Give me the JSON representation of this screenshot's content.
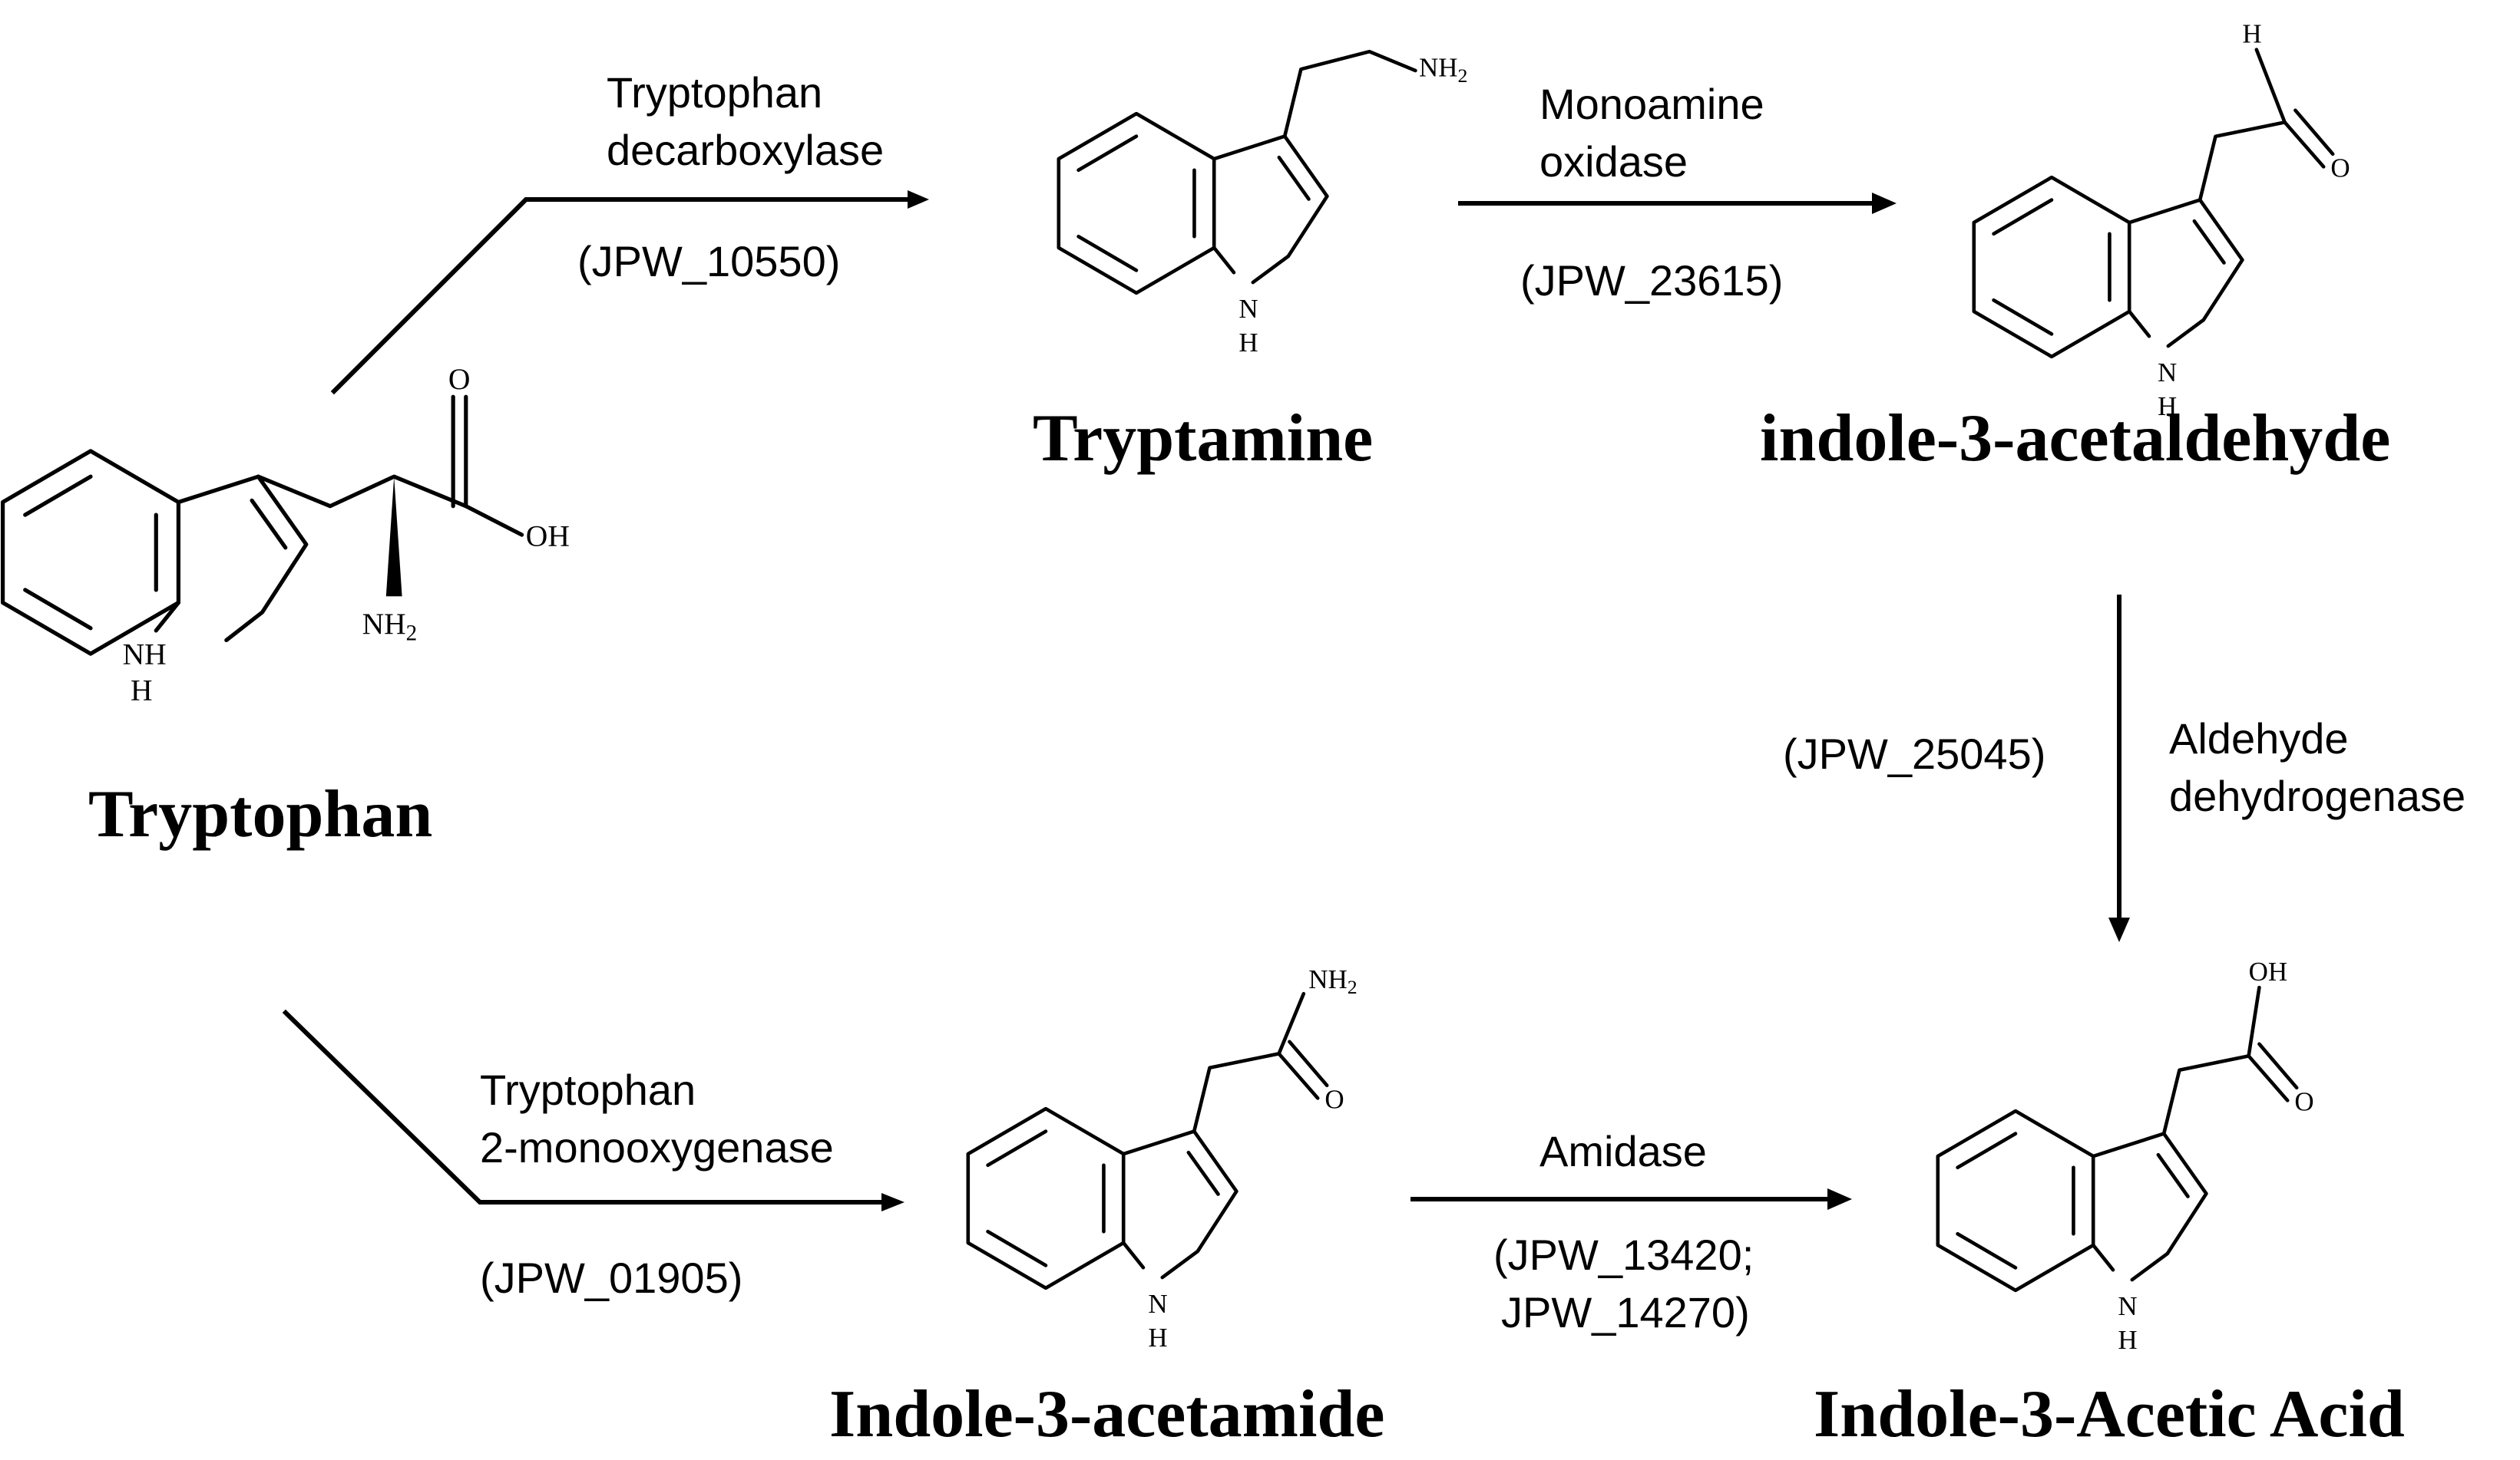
{
  "compounds": {
    "tryptophan": "Tryptophan",
    "tryptamine": "Tryptamine",
    "indole_acetaldehyde": "indole-3-acetaldehyde",
    "indole_acetamide": "Indole-3-acetamide",
    "iaa": "Indole-3-Acetic Acid"
  },
  "enzymes": {
    "tdc": {
      "line1": "Tryptophan",
      "line2": "decarboxylase",
      "gene": "(JPW_10550)"
    },
    "mao": {
      "line1": "Monoamine",
      "line2": "oxidase",
      "gene": "(JPW_23615)"
    },
    "aldh": {
      "line1": "Aldehyde",
      "line2": "dehydrogenase",
      "gene": "(JPW_25045)"
    },
    "tmo": {
      "line1": "Tryptophan",
      "line2": "2-monooxygenase",
      "gene": "(JPW_01905)"
    },
    "amidase": {
      "line1": "Amidase",
      "gene1": "(JPW_13420;",
      "gene2": "JPW_14270)"
    }
  },
  "atoms": {
    "nh": "NH",
    "h": "H",
    "n": "N",
    "o": "O",
    "oh": "OH",
    "nh2": "NH",
    "sub2": "2"
  }
}
